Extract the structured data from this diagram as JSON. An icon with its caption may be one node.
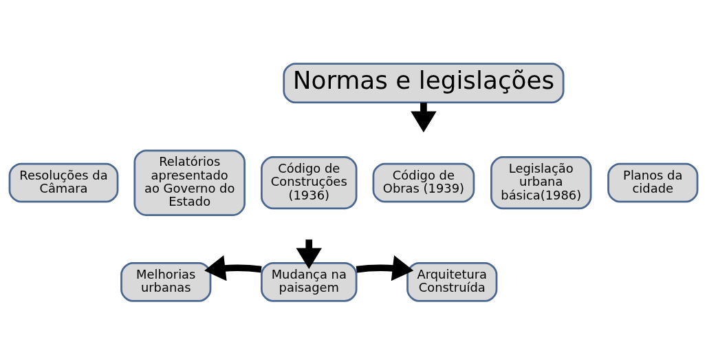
{
  "diagram": {
    "nodes": [
      {
        "text": [
          "Normas e legislações"
        ]
      },
      {
        "text": [
          "Resoluções da Câmara"
        ]
      },
      {
        "text": [
          "Relatórios apresentado ao Governo do Estado"
        ]
      },
      {
        "text": [
          "Código de Construções (1936)"
        ]
      },
      {
        "text": [
          "Código de Obras (1939)"
        ]
      },
      {
        "text": [
          "Legislação urbana básica(1986)"
        ]
      },
      {
        "text": [
          "Planos da cidade"
        ]
      },
      {
        "text": [
          "Mudança na paisagem"
        ]
      },
      {
        "text": [
          "Melhorias urbanas"
        ]
      },
      {
        "text": [
          "Arquitetura Construída"
        ]
      }
    ],
    "edges": [
      {
        "from": 0,
        "to": null,
        "arrow": "to"
      },
      {
        "from": null,
        "to": 7,
        "arrow": "to"
      },
      {
        "from": 7,
        "to": 8,
        "arrow": "to"
      },
      {
        "from": 7,
        "to": 9,
        "arrow": "to"
      }
    ]
  }
}
